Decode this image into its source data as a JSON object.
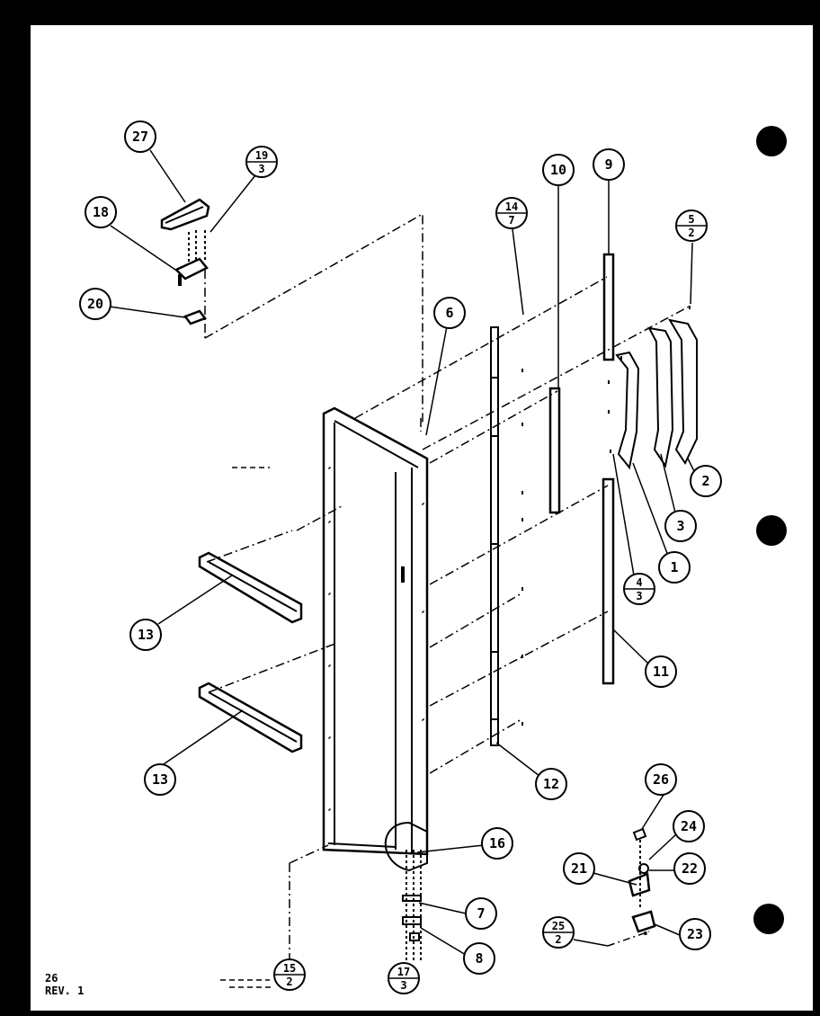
{
  "diagram": {
    "page_label": "26",
    "revision_label": "REV. 1",
    "callouts": [
      {
        "id": "c27",
        "label": "27"
      },
      {
        "id": "c19",
        "top": "19",
        "bottom": "3"
      },
      {
        "id": "c18",
        "label": "18"
      },
      {
        "id": "c20",
        "label": "20"
      },
      {
        "id": "c6",
        "label": "6"
      },
      {
        "id": "c14",
        "top": "14",
        "bottom": "7"
      },
      {
        "id": "c10",
        "label": "10"
      },
      {
        "id": "c9",
        "label": "9"
      },
      {
        "id": "c5",
        "top": "5",
        "bottom": "2"
      },
      {
        "id": "c2",
        "label": "2"
      },
      {
        "id": "c3",
        "label": "3"
      },
      {
        "id": "c1",
        "label": "1"
      },
      {
        "id": "c4",
        "top": "4",
        "bottom": "3"
      },
      {
        "id": "c11",
        "label": "11"
      },
      {
        "id": "c13a",
        "label": "13"
      },
      {
        "id": "c13b",
        "label": "13"
      },
      {
        "id": "c12",
        "label": "12"
      },
      {
        "id": "c16",
        "label": "16"
      },
      {
        "id": "c7",
        "label": "7"
      },
      {
        "id": "c8",
        "label": "8"
      },
      {
        "id": "c17",
        "top": "17",
        "bottom": "3"
      },
      {
        "id": "c15",
        "top": "15",
        "bottom": "2"
      },
      {
        "id": "c26",
        "label": "26"
      },
      {
        "id": "c24",
        "label": "24"
      },
      {
        "id": "c21",
        "label": "21"
      },
      {
        "id": "c22",
        "label": "22"
      },
      {
        "id": "c25",
        "top": "25",
        "bottom": "2"
      },
      {
        "id": "c23",
        "label": "23"
      }
    ]
  }
}
